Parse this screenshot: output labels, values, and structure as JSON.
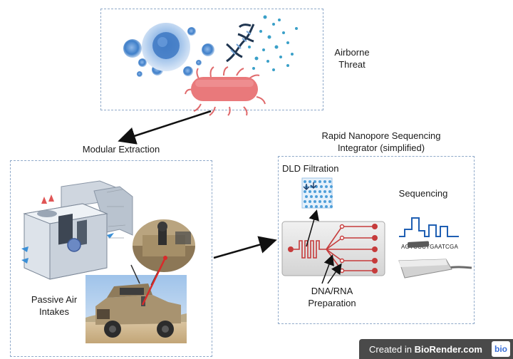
{
  "labels": {
    "airborne_threat": [
      "Airborne",
      "Threat"
    ],
    "modular_extraction": "Modular Extraction",
    "integrator_title": [
      "Rapid Nanopore Sequencing",
      "Integrator (simplified)"
    ],
    "dld_filtration": "DLD Filtration",
    "sequencing": "Sequencing",
    "sequence_text": "AGTCCCTGAATCGA",
    "dna_rna": [
      "DNA/RNA",
      "Preparation"
    ],
    "passive_air": [
      "Passive Air",
      "Intakes"
    ]
  },
  "badge": {
    "prefix": "Created in ",
    "brand": "BioRender.com",
    "logo": "bio"
  },
  "colors": {
    "dashed_border": "#8fa9c9",
    "bacterium": "#e9797b",
    "cell_blue": "#3f7fc9",
    "chip_red": "#c63b3b",
    "arrow": "#111111",
    "sequence_blue": "#1f5fb3"
  }
}
